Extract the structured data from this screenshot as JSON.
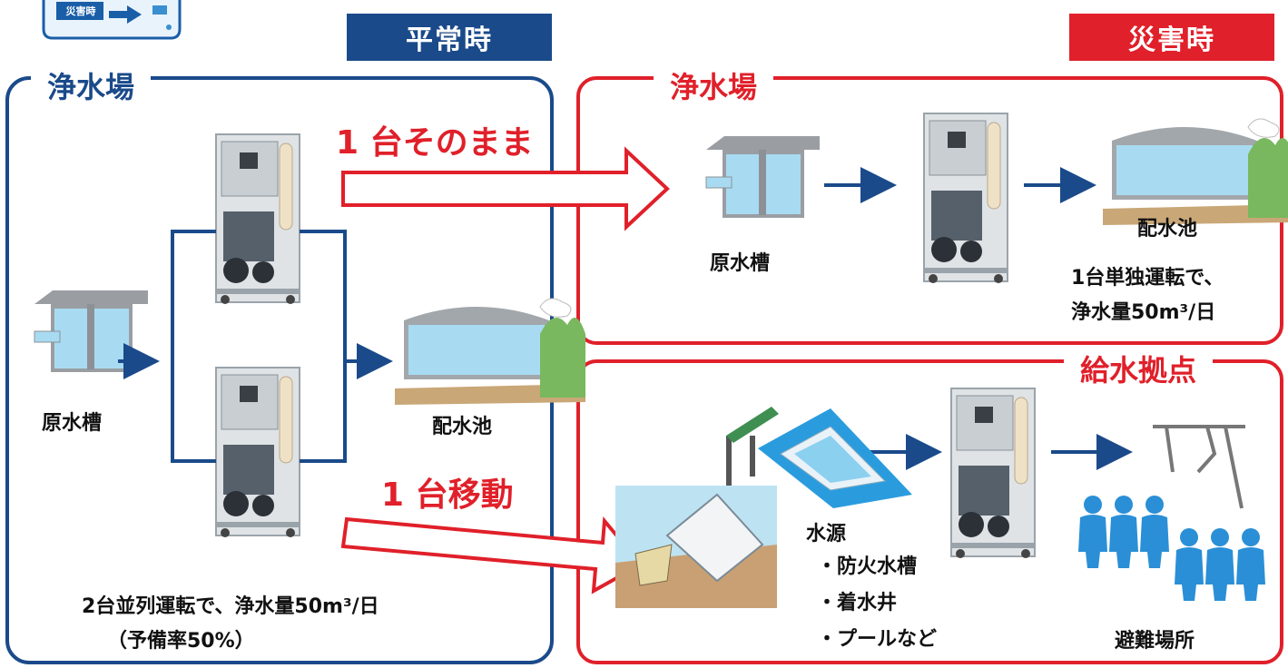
{
  "icon_badge": {
    "text": "災害時"
  },
  "normal": {
    "header": "平常時",
    "title": "浄水場",
    "raw_tank": "原水槽",
    "distribution_pond": "配水池",
    "note_line1": "2台並列運転で、浄水量50m³/日",
    "note_line2": "（予備率50%）"
  },
  "disaster": {
    "header": "災害時",
    "plant_title": "浄水場",
    "raw_tank": "原水槽",
    "distribution_pond": "配水池",
    "note_line1": "1台単独運転で、",
    "note_line2": "浄水量50m³/日",
    "supply_title": "給水拠点",
    "source_title": "水源",
    "sources": [
      "・防火水槽",
      "・着水井",
      "・プールなど"
    ],
    "shelter": "避難場所"
  },
  "arrows": {
    "keep": "1 台そのまま",
    "move": "1 台移動"
  },
  "colors": {
    "blue": "#1a4a8a",
    "red": "#e0202a",
    "water": "#9fd6ef",
    "ground": "#b9976a"
  }
}
